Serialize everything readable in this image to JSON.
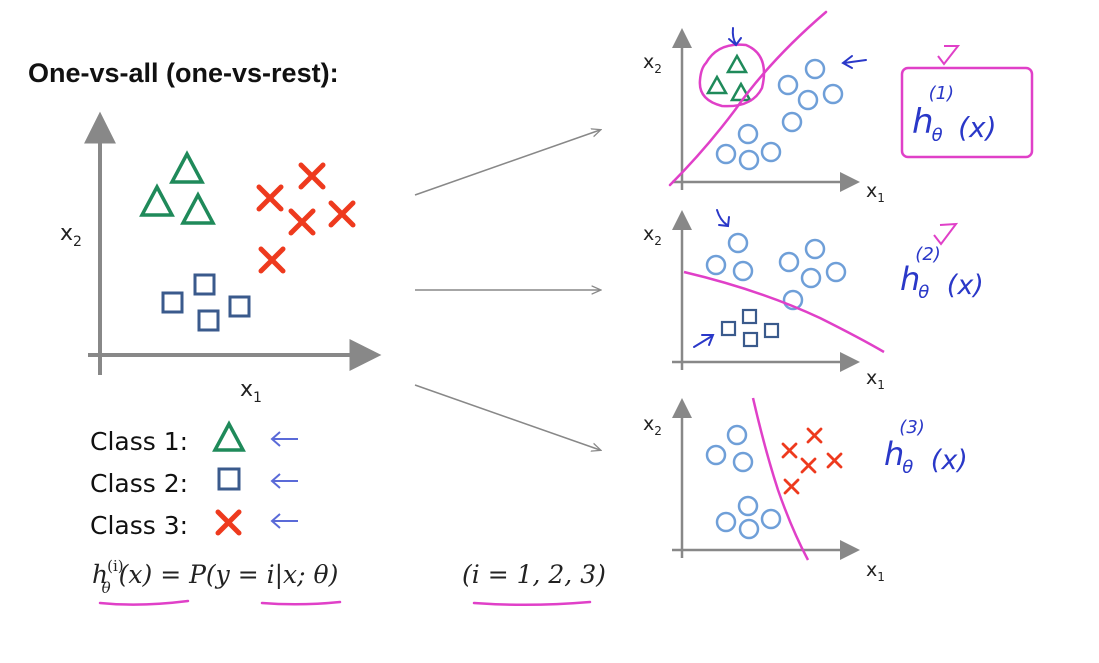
{
  "slide": {
    "title": "One-vs-all (one-vs-rest):",
    "axis_x1_main": "x",
    "axis_x1_main_sub": "1",
    "axis_x2_main": "x",
    "axis_x2_main_sub": "2",
    "legend": [
      {
        "label": "Class 1:",
        "symbol": "triangle"
      },
      {
        "label": "Class 2:",
        "symbol": "square"
      },
      {
        "label": "Class 3:",
        "symbol": "cross"
      }
    ],
    "formula": {
      "h": "h",
      "theta": "θ",
      "sup": "(i)",
      "rest": "(x) = P(y = i|x; θ)",
      "range": "(i = 1, 2, 3)"
    },
    "sub_plots": [
      {
        "axis_x": "x",
        "axis_x_sub": "1",
        "axis_y": "x",
        "axis_y_sub": "2",
        "hyp_h": "h",
        "hyp_sub": "θ",
        "hyp_sup": "(1)",
        "hyp_arg": "(x)"
      },
      {
        "axis_x": "x",
        "axis_x_sub": "1",
        "axis_y": "x",
        "axis_y_sub": "2",
        "hyp_h": "h",
        "hyp_sub": "θ",
        "hyp_sup": "(2)",
        "hyp_arg": "(x)"
      },
      {
        "axis_x": "x",
        "axis_x_sub": "1",
        "axis_y": "x",
        "axis_y_sub": "2",
        "hyp_h": "h",
        "hyp_sub": "θ",
        "hyp_sup": "(3)",
        "hyp_arg": "(x)"
      }
    ],
    "colors": {
      "class1": "#1f8a5a",
      "class2": "#3a5a8c",
      "class3": "#ee3a1e",
      "other": "#6f9fd8",
      "boundary": "#e040c8",
      "annotation": "#2a38c8",
      "axis": "#888888"
    }
  }
}
